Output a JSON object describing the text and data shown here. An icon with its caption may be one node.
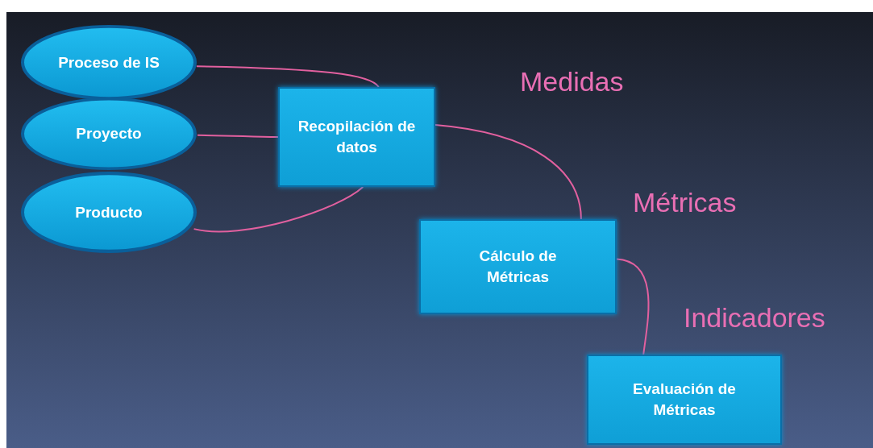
{
  "diagram": {
    "nodes": [
      {
        "text": [
          "Proceso de IS"
        ]
      },
      {
        "text": [
          "Proyecto"
        ]
      },
      {
        "text": [
          "Producto"
        ]
      },
      {
        "text": [
          "Recopilación de datos"
        ]
      },
      {
        "text": [
          "Cálculo de Métricas"
        ]
      },
      {
        "text": [
          "Evaluación de Métricas"
        ]
      }
    ],
    "edges": [
      {
        "from": 0,
        "to": 3,
        "arrow": "none"
      },
      {
        "from": 1,
        "to": 3,
        "arrow": "none"
      },
      {
        "from": 2,
        "to": 3,
        "arrow": "none"
      },
      {
        "from": 3,
        "to": 4,
        "arrow": "none"
      },
      {
        "from": 4,
        "to": 5,
        "arrow": "none"
      }
    ],
    "labels": [
      "Medidas",
      "Métricas",
      "Indicadores"
    ]
  }
}
